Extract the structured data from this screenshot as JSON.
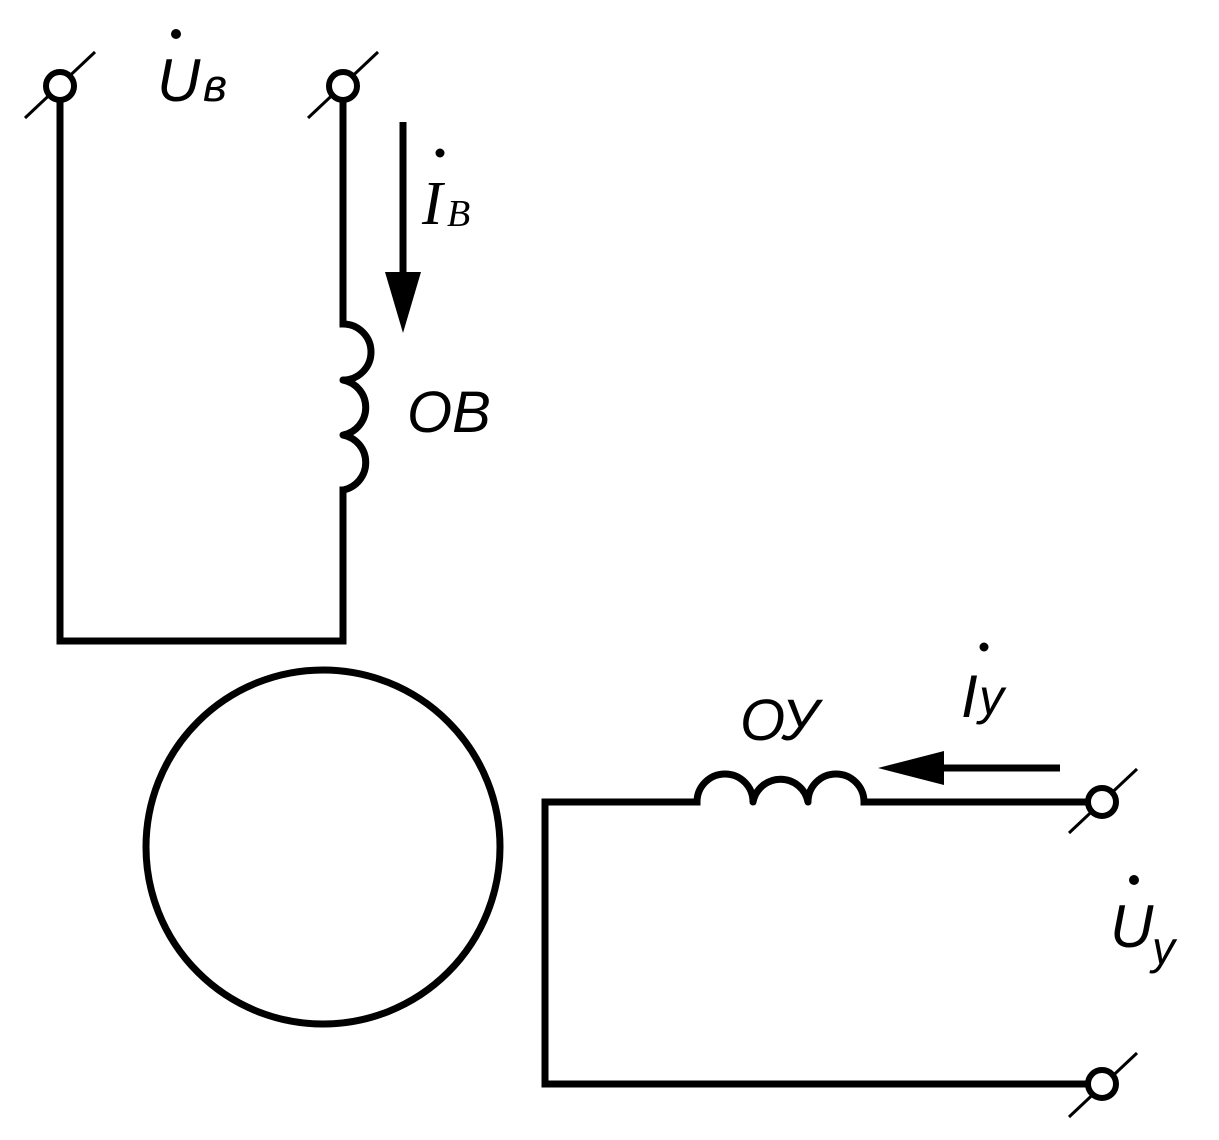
{
  "labels": {
    "u_field_main": "U",
    "u_field_sub": "в",
    "i_field_main": "I",
    "i_field_sub": "B",
    "field_coil": "ОВ",
    "control_coil": "ОУ",
    "i_control_main": "I",
    "i_control_sub": "у",
    "u_control_main": "U",
    "u_control_sub": "у"
  }
}
